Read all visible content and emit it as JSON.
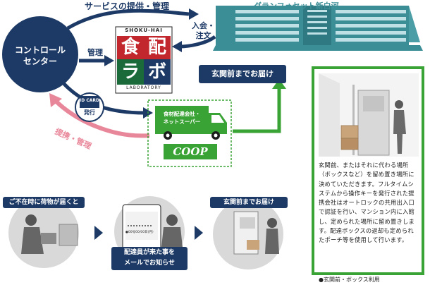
{
  "control_center": {
    "line1": "コントロール",
    "line2": "センター"
  },
  "flows": {
    "service": "サービスの提供・管理",
    "management": "管理",
    "join_line1": "入会・",
    "join_line2": "注文",
    "tie_up": "提携・管理",
    "issue": "発行"
  },
  "id_card": {
    "line1": "ID CARD"
  },
  "building": {
    "name": "グランフォセット新白河"
  },
  "logo": {
    "top": "SHOKU-HAI",
    "bottom": "LABORATORY",
    "k1": "食",
    "k2": "配",
    "k3": "ラ",
    "k4": "ボ"
  },
  "delivery_label": "玄関前までお届け",
  "truck": {
    "line1": "食材配達会社・",
    "line2": "ネットスーパー"
  },
  "coop": "COOP",
  "description": "玄関前、またはそれに代わる場所（ボックスなど）を留め置き場所に決めていただきます。フルタイムシステムから操作キーを発行された提携会社はオートロックの共用出入口で認証を行い、マンション内に入館し、定められた場所に留め置きします。配達ボックスの返却も定められたポーチ等を使用して行います。",
  "caption": "●玄関前・ボックス利用",
  "steps": [
    {
      "label": "ご不在時に荷物が届くと"
    },
    {
      "label_line1": "配達員が来た事を",
      "label_line2": "メールでお知らせ",
      "phone_text": "●00号00/00日(月)"
    },
    {
      "label": "玄関前までお届け"
    }
  ],
  "colors": {
    "navy": "#1d3a66",
    "green": "#3aa335",
    "pink": "#e9879a",
    "teal": "#3c8e96",
    "red": "#c1272d"
  }
}
